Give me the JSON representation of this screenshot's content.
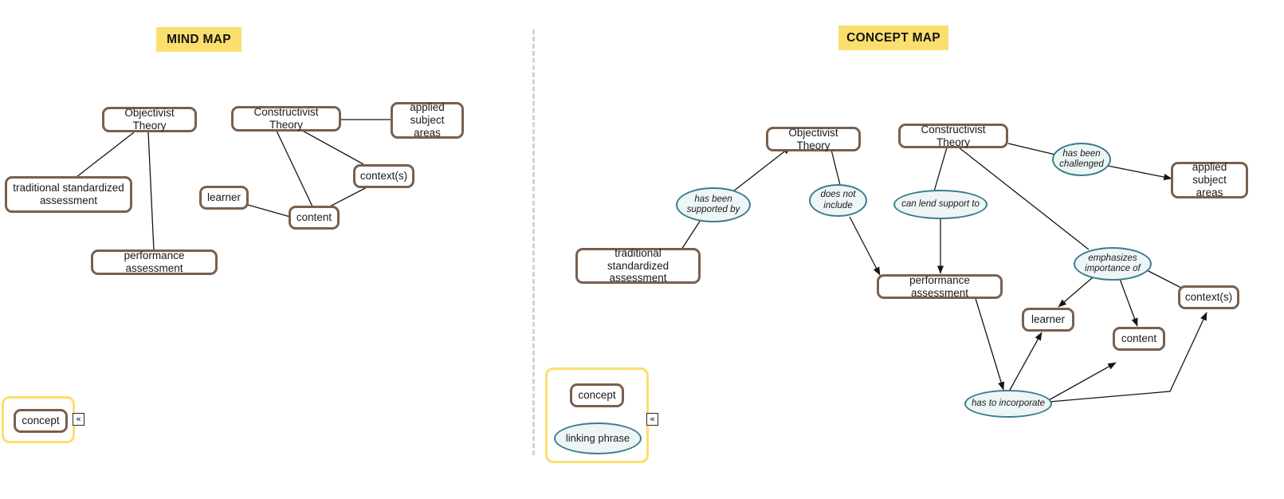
{
  "panels": {
    "mind_map": {
      "title": "MIND MAP",
      "nodes": [
        {
          "id": "mm-objectivist",
          "label": "Objectivist Theory"
        },
        {
          "id": "mm-traditional",
          "label": "traditional standardized assessment"
        },
        {
          "id": "mm-performance",
          "label": "performance assessment"
        },
        {
          "id": "mm-constructivist",
          "label": "Constructivist Theory"
        },
        {
          "id": "mm-applied",
          "label": "applied subject areas"
        },
        {
          "id": "mm-contexts",
          "label": "context(s)"
        },
        {
          "id": "mm-learner",
          "label": "learner"
        },
        {
          "id": "mm-content",
          "label": "content"
        }
      ],
      "edges": [
        {
          "from": "Objectivist Theory",
          "to": "traditional standardized assessment",
          "arrow": false
        },
        {
          "from": "Objectivist Theory",
          "to": "performance assessment",
          "arrow": false
        },
        {
          "from": "Constructivist Theory",
          "to": "applied subject areas",
          "arrow": false
        },
        {
          "from": "Constructivist Theory",
          "to": "context(s)",
          "arrow": false
        },
        {
          "from": "Constructivist Theory",
          "to": "content",
          "arrow": false
        },
        {
          "from": "learner",
          "to": "content",
          "arrow": false
        },
        {
          "from": "content",
          "to": "context(s)",
          "arrow": false
        }
      ],
      "legend": {
        "concept_label": "concept",
        "collapse_icon": "«"
      }
    },
    "concept_map": {
      "title": "CONCEPT MAP",
      "nodes": [
        {
          "id": "cm-objectivist",
          "label": "Objectivist Theory"
        },
        {
          "id": "cm-traditional",
          "label": "traditional standardized assessment"
        },
        {
          "id": "cm-constructivist",
          "label": "Constructivist Theory"
        },
        {
          "id": "cm-applied",
          "label": "applied subject areas"
        },
        {
          "id": "cm-performance",
          "label": "performance assessment"
        },
        {
          "id": "cm-learner",
          "label": "learner"
        },
        {
          "id": "cm-content",
          "label": "content"
        },
        {
          "id": "cm-contexts",
          "label": "context(s)"
        }
      ],
      "linking_phrases": [
        {
          "id": "lp-supported",
          "label": "has been supported by"
        },
        {
          "id": "lp-notinclude",
          "label": "does not include"
        },
        {
          "id": "lp-lendsupport",
          "label": "can lend support to"
        },
        {
          "id": "lp-challenged",
          "label": "has been challenged"
        },
        {
          "id": "lp-emphasizes",
          "label": "emphasizes importance of"
        },
        {
          "id": "lp-incorporate",
          "label": "has to incorporate"
        }
      ],
      "propositions": [
        {
          "subject": "traditional standardized assessment",
          "phrase": "has been supported by",
          "object": "Objectivist Theory"
        },
        {
          "subject": "Objectivist Theory",
          "phrase": "does not include",
          "object": "performance assessment"
        },
        {
          "subject": "Constructivist Theory",
          "phrase": "can lend support to",
          "object": "performance assessment"
        },
        {
          "subject": "Constructivist Theory",
          "phrase": "has been challenged",
          "object": "applied subject areas"
        },
        {
          "subject": "Constructivist Theory",
          "phrase": "emphasizes importance of",
          "object": "learner"
        },
        {
          "subject": "Constructivist Theory",
          "phrase": "emphasizes importance of",
          "object": "content"
        },
        {
          "subject": "Constructivist Theory",
          "phrase": "emphasizes importance of",
          "object": "context(s)"
        },
        {
          "subject": "performance assessment",
          "phrase": "has to incorporate",
          "object": "learner"
        },
        {
          "subject": "performance assessment",
          "phrase": "has to incorporate",
          "object": "content"
        },
        {
          "subject": "performance assessment",
          "phrase": "has to incorporate",
          "object": "context(s)"
        }
      ],
      "legend": {
        "concept_label": "concept",
        "linking_phrase_label": "linking phrase",
        "collapse_icon": "«"
      }
    }
  },
  "colors": {
    "banner_yellow": "#fbdf6e",
    "concept_border": "#7a5f4e",
    "phrase_border": "#3b7d8c",
    "phrase_fill": "#eef5f7",
    "edge": "#151515",
    "divider": "#d2d2d2"
  }
}
